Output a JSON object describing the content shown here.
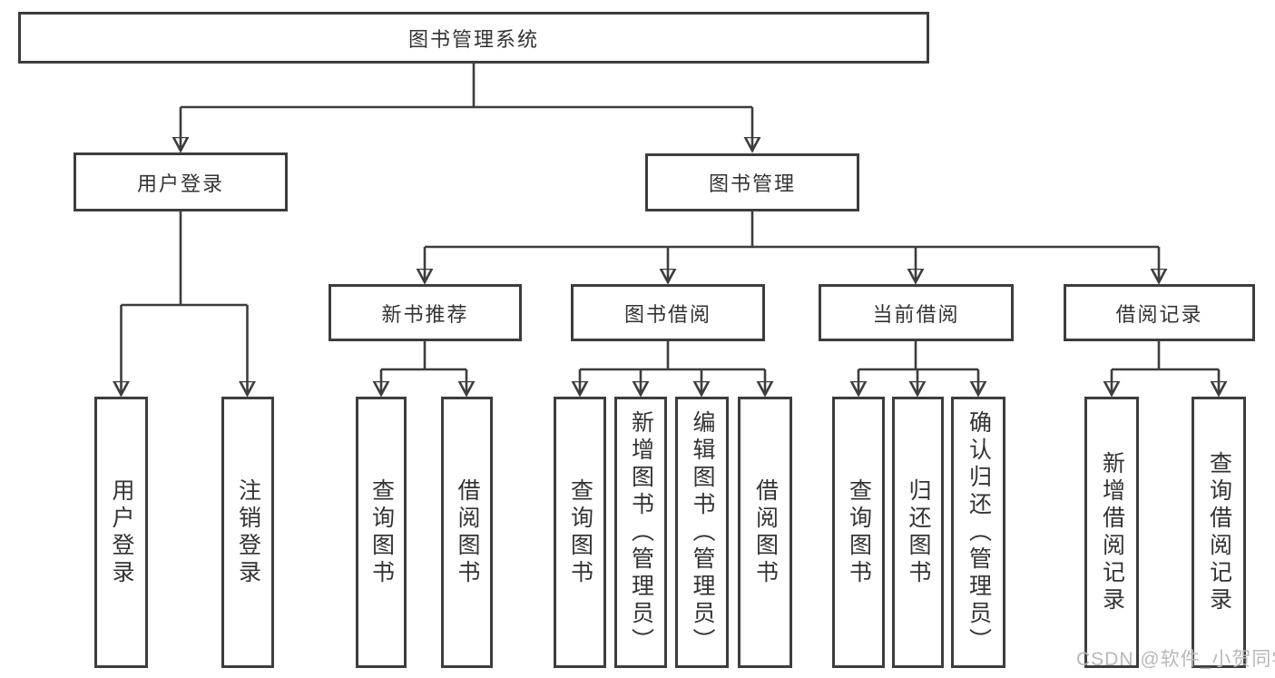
{
  "diagram": {
    "root": "图书管理系统",
    "branches": {
      "user_login": "用户登录",
      "book_mgmt": "图书管理"
    },
    "modules": {
      "new_books": "新书推荐",
      "book_borrow": "图书借阅",
      "current_borrow": "当前借阅",
      "borrow_records": "借阅记录"
    },
    "leaves": {
      "user_login_leaf": "用户登录",
      "logout": "注销登录",
      "nb_query": "查询图书",
      "nb_borrow": "借阅图书",
      "bb_query": "查询图书",
      "bb_add": "新增图书（管理员）",
      "bb_edit": "编辑图书（管理员）",
      "bb_borrow": "借阅图书",
      "cb_query": "查询图书",
      "cb_return": "归还图书",
      "cb_confirm": "确认归还（管理员）",
      "br_add": "新增借阅记录",
      "br_query": "查询借阅记录"
    }
  },
  "watermark": "CSDN @软件_小贺同学",
  "colors": {
    "line": "#3d3d3d",
    "text": "#333333",
    "watermark": "#b8b8b8",
    "background": "#ffffff"
  }
}
